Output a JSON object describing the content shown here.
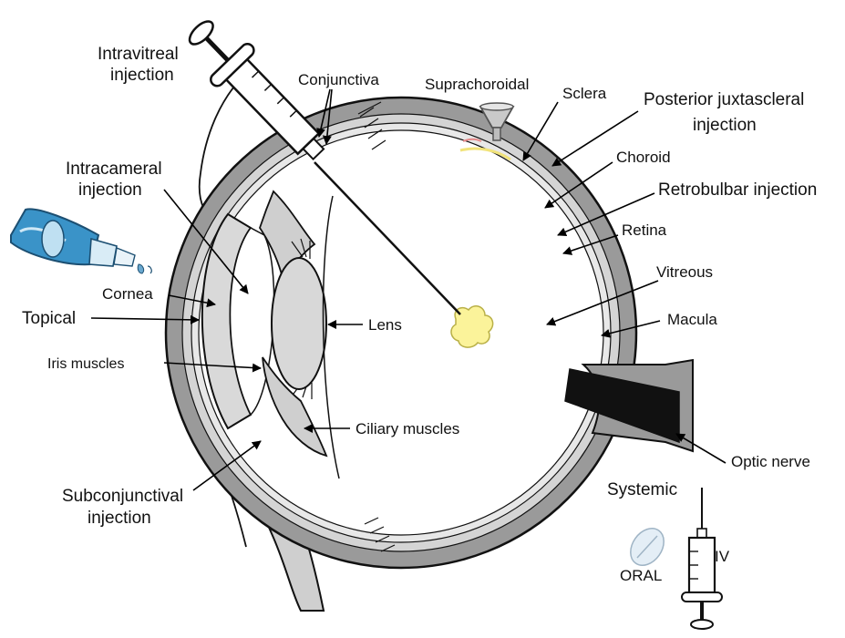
{
  "labels": {
    "intravitreal_1": "Intravitreal",
    "intravitreal_2": "injection",
    "conjunctiva": "Conjunctiva",
    "suprachoroidal": "Suprachoroidal",
    "sclera": "Sclera",
    "posterior_1": "Posterior juxtascleral",
    "posterior_2": "injection",
    "choroid": "Choroid",
    "retrobulbar": "Retrobulbar injection",
    "retina": "Retina",
    "intracameral_1": "Intracameral",
    "intracameral_2": "injection",
    "vitreous": "Vitreous",
    "cornea": "Cornea",
    "topical": "Topical",
    "lens": "Lens",
    "macula": "Macula",
    "iris_muscles": "Iris muscles",
    "ciliary_muscles": "Ciliary muscles",
    "optic_nerve": "Optic nerve",
    "subconj_1": "Subconjunctival",
    "subconj_2": "injection",
    "systemic": "Systemic",
    "iv": "IV",
    "oral": "ORAL"
  },
  "colors": {
    "sclera_gray": "#9a9a9a",
    "light_gray": "#d4d4d4",
    "lens_fill": "#d8d8d8",
    "drug_yellow": "#fbf39a",
    "nerve_black": "#111111",
    "bottle_blue": "#3a93c8"
  }
}
